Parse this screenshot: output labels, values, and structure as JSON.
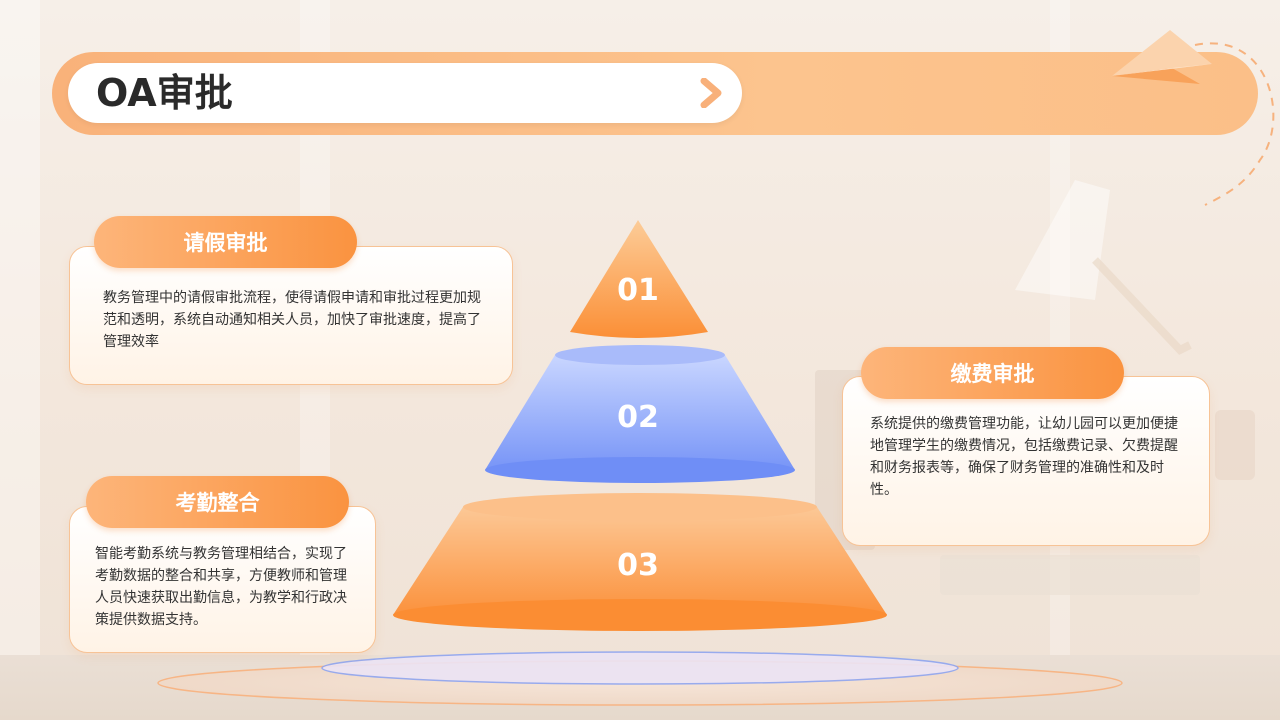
{
  "header": {
    "title": "OA审批"
  },
  "pyramid": {
    "tiers": [
      {
        "label": "01"
      },
      {
        "label": "02"
      },
      {
        "label": "03"
      }
    ]
  },
  "cards": {
    "leave": {
      "title": "请假审批",
      "body": "教务管理中的请假审批流程，使得请假申请和审批过程更加规范和透明，系统自动通知相关人员，加快了审批速度，提高了管理效率"
    },
    "attendance": {
      "title": "考勤整合",
      "body": "智能考勤系统与教务管理相结合，实现了考勤数据的整合和共享，方便教师和管理人员快速获取出勤信息，为教学和行政决策提供数据支持。"
    },
    "payment": {
      "title": "缴费审批",
      "body": "系统提供的缴费管理功能，让幼儿园可以更加便捷地管理学生的缴费情况，包括缴费记录、欠费提醒和财务报表等，确保了财务管理的准确性和及时性。"
    }
  },
  "colors": {
    "accent_orange": "#fa9340",
    "tier2_blue": "#7b97f7",
    "header_bar": "#fcc48e"
  },
  "icons": [
    "chevron-right-icon",
    "paper-plane-icon"
  ]
}
